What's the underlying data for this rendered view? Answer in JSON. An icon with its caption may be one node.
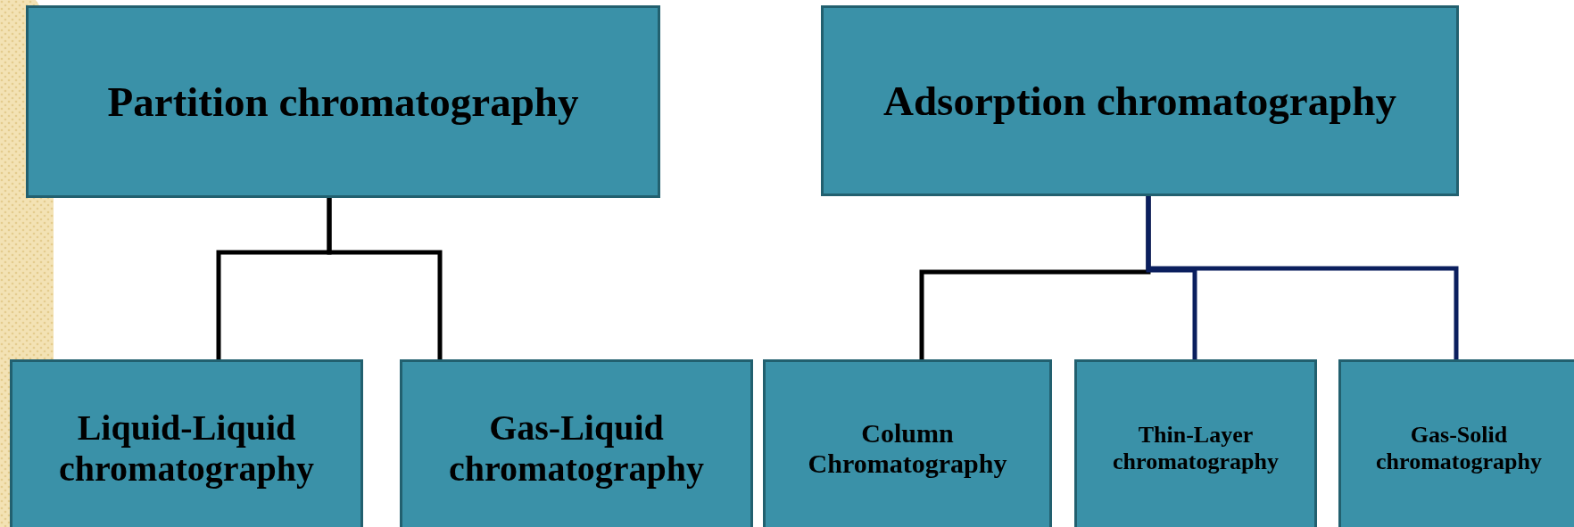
{
  "diagram": {
    "nodes": [
      {
        "text": [
          "Partition chromatography"
        ]
      },
      {
        "text": [
          "Adsorption chromatography"
        ]
      },
      {
        "text": [
          "Liquid-Liquid chromatography"
        ]
      },
      {
        "text": [
          "Gas-Liquid chromatography"
        ]
      },
      {
        "text": [
          "Column Chromatography"
        ]
      },
      {
        "text": [
          "Thin-Layer chromatography"
        ]
      },
      {
        "text": [
          "Gas-Solid chromatography"
        ]
      }
    ],
    "edges": [
      {
        "from": 0,
        "to": 2,
        "arrow": "none"
      },
      {
        "from": 0,
        "to": 3,
        "arrow": "none"
      },
      {
        "from": 1,
        "to": 4,
        "arrow": "none"
      },
      {
        "from": 1,
        "to": 5,
        "arrow": "none",
        "color": "#0b1f5e"
      },
      {
        "from": 1,
        "to": 6,
        "arrow": "none",
        "color": "#0b1f5e"
      }
    ]
  }
}
